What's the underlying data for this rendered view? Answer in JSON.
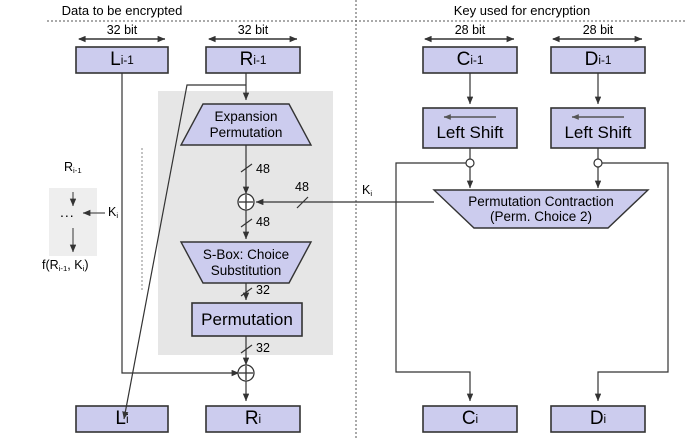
{
  "diagram": {
    "title_left": "Data to be encrypted",
    "title_right": "Key used for encryption",
    "colors": {
      "box_fill": "#ccccee",
      "box_stroke": "#333333",
      "region_fill": "#e6e6e6",
      "line": "#333333",
      "divider": "#666666",
      "page_bg": "#ffffff"
    }
  },
  "bit_labels": {
    "left_data": "32 bit",
    "right_data": "32 bit",
    "left_key": "28 bit",
    "right_key": "28 bit"
  },
  "boxes": {
    "l_prev": "L",
    "l_prev_sub": "i-1",
    "r_prev": "R",
    "r_prev_sub": "i-1",
    "c_prev": "C",
    "c_prev_sub": "i-1",
    "d_prev": "D",
    "d_prev_sub": "i-1",
    "l_out": "L",
    "l_out_sub": "i",
    "r_out": "R",
    "r_out_sub": "i",
    "c_out": "C",
    "c_out_sub": "i",
    "d_out": "D",
    "d_out_sub": "i",
    "left_shift_1": "Left Shift",
    "left_shift_2": "Left Shift",
    "permutation": "Permutation"
  },
  "shapes": {
    "expansion_line1": "Expansion",
    "expansion_line2": "Permutation",
    "sbox_line1": "S-Box: Choice",
    "sbox_line2": "Substitution",
    "contraction_line1": "Permutation Contraction",
    "contraction_line2": "(Perm. Choice 2)"
  },
  "wire_labels": {
    "expansion_out": "48",
    "xor_in_key": "48",
    "xor_out": "48",
    "sbox_out": "32",
    "permutation_out": "32",
    "subkey": "K",
    "subkey_sub": "i"
  },
  "inset": {
    "top": "R",
    "top_sub": "i-1",
    "dots": "...",
    "key": "K",
    "key_sub": "i",
    "bottom_prefix": "f(R",
    "bottom_sub1": "i-1",
    "bottom_mid": ", K",
    "bottom_sub2": "i",
    "bottom_suffix": ")"
  }
}
